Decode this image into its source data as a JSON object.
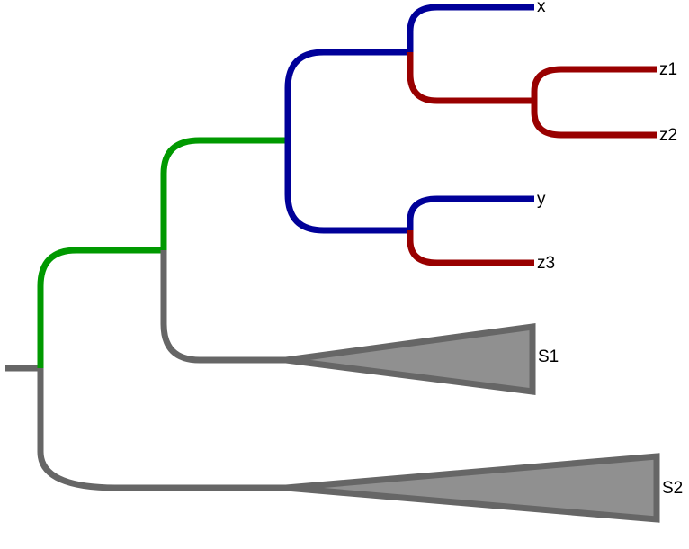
{
  "tree": {
    "leaves": [
      {
        "id": "x",
        "label": "x"
      },
      {
        "id": "z1",
        "label": "z1"
      },
      {
        "id": "z2",
        "label": "z2"
      },
      {
        "id": "y",
        "label": "y"
      },
      {
        "id": "z3",
        "label": "z3"
      },
      {
        "id": "S1",
        "label": "S1",
        "collapsed": true
      },
      {
        "id": "S2",
        "label": "S2",
        "collapsed": true
      }
    ],
    "clade_colors": {
      "root": "#666666",
      "green": "#009900",
      "blue": "#000099",
      "red": "#990000",
      "collapsed_fill": "#909090",
      "collapsed_stroke": "#666666"
    }
  }
}
